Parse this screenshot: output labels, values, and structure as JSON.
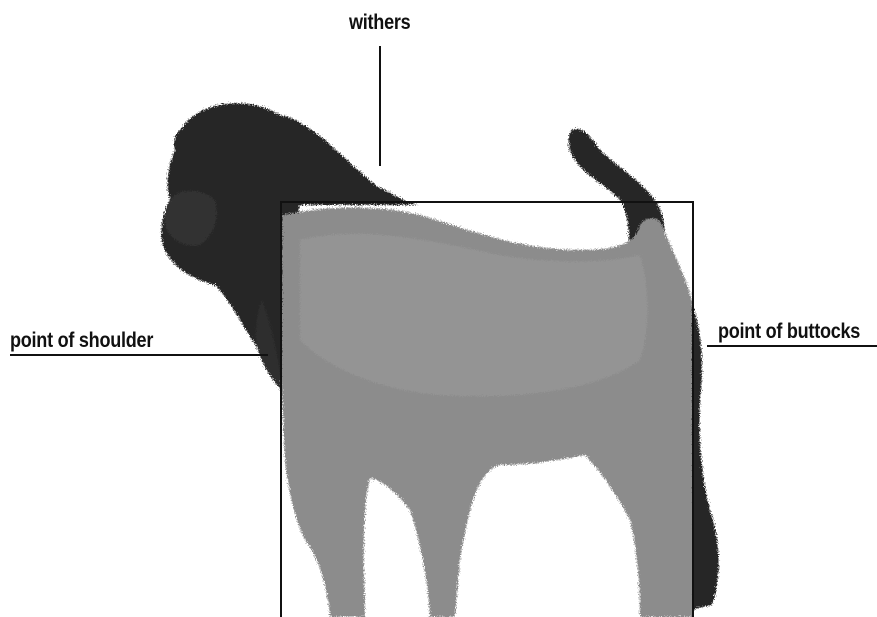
{
  "labels": {
    "withers": "withers",
    "point_of_shoulder": "point of shoulder",
    "point_of_buttocks": "point of buttocks"
  },
  "colors": {
    "background": "#ffffff",
    "line": "#111111",
    "dog_dark": "#262626",
    "dog_coat": "#8c8c8c",
    "dog_coat_light": "#a6a6a6"
  },
  "icons": {
    "figure": "dog-figure-icon"
  }
}
